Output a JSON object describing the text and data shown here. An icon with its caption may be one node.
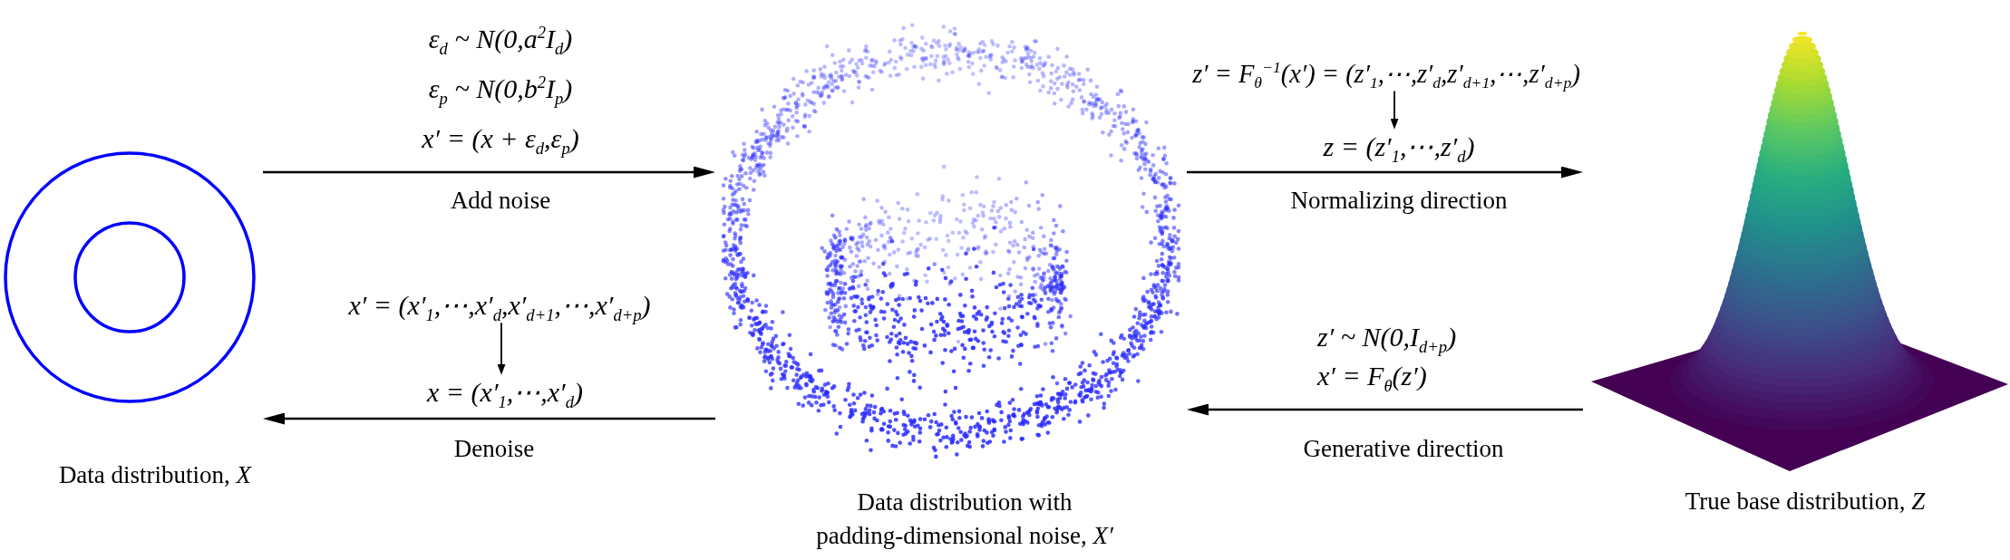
{
  "diagram": {
    "nodes": [
      {
        "text": [],
        "shape": "picture",
        "beside": [
          "Data distribution, *X*"
        ]
      },
      {
        "text": [],
        "shape": "picture",
        "beside": [
          "Data distribution with padding-dimensional noise, *X′*"
        ]
      },
      {
        "text": [],
        "shape": "picture",
        "beside": [
          "True base distribution, *Z*"
        ]
      },
      {
        "text": [
          "x′ = (x′$_{1}$,⋯,x′$_{d}$,x′$_{d+1}$,⋯,x′$_{d+p}$)"
        ]
      },
      {
        "text": [
          "x = (x′$_{1}$,⋯,x′$_{d}$)"
        ]
      },
      {
        "text": [
          "z′ = F$_{θ}$$^{−1}$(x′) = (z′$_{1}$,⋯,z′$_{d}$,z′$_{d+1}$,⋯,z′$_{d+p}$)"
        ]
      },
      {
        "text": [
          "z = (z′$_{1}$,⋯,z′$_{d}$)"
        ]
      }
    ],
    "edges": [
      {
        "from": 0,
        "to": 1,
        "arrow": "to",
        "label": "Add noise"
      },
      {
        "from": 1,
        "to": 0,
        "arrow": "to",
        "label": "Denoise"
      },
      {
        "from": 1,
        "to": 2,
        "arrow": "to",
        "label": "Normalizing direction"
      },
      {
        "from": 2,
        "to": 1,
        "arrow": "to",
        "label": "Generative direction"
      },
      {
        "from": 3,
        "to": 4,
        "arrow": "to"
      },
      {
        "from": 5,
        "to": 6,
        "arrow": "to"
      }
    ],
    "labels": [
      "ε$_{d}$ ~ N(0,a$^{2}$I$_{d}$)",
      "ε$_{p}$ ~ N(0,b$^{2}$I$_{p}$)",
      "x′ = (x + ε$_{d}$,ε$_{p}$)",
      "z′ ~ N(0,I$_{d+p}$)",
      "x′ = F$_{θ}$(z′)"
    ]
  }
}
